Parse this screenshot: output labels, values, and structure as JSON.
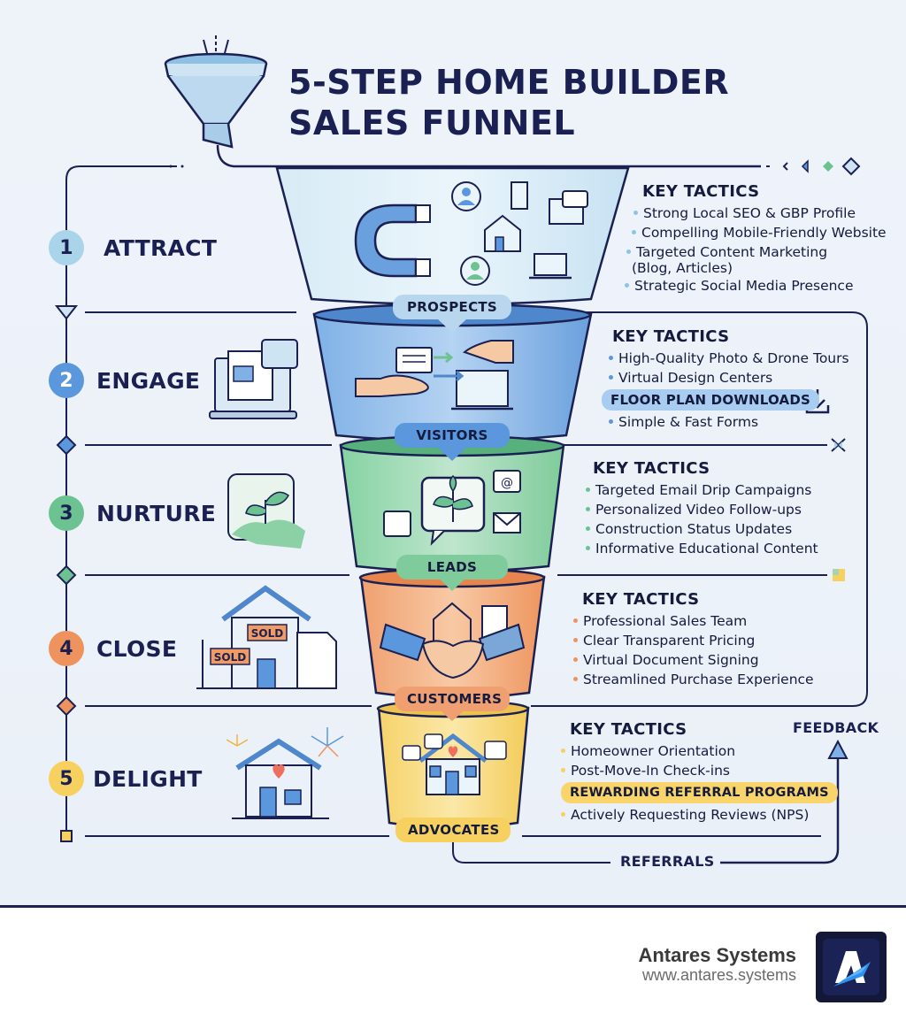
{
  "title": {
    "line1": "5-STEP HOME BUILDER",
    "line2": "SALES FUNNEL"
  },
  "colors": {
    "navy": "#1a2152",
    "step1": "#a9d4ea",
    "step2": "#5b97dc",
    "step3": "#6cc290",
    "step4": "#ef935e",
    "step5": "#f6d160"
  },
  "steps": [
    {
      "number": "1",
      "name": "ATTRACT",
      "icon": "magnet-attract-icon",
      "stage_output": "PROSPECTS",
      "tactics_heading": "KEY TACTICS",
      "tactics": [
        "Strong Local SEO & GBP Profile",
        "Compelling Mobile-Friendly Website",
        "Targeted Content Marketing",
        "(Blog, Articles)",
        "Strategic Social Media Presence"
      ]
    },
    {
      "number": "2",
      "name": "ENGAGE",
      "icon": "laptop-chat-icon",
      "stage_output": "VISITORS",
      "tactics_heading": "KEY TACTICS",
      "tactics": [
        "High-Quality Photo & Drone Tours",
        "Virtual Design Centers",
        "FLOOR PLAN DOWNLOADS",
        "Simple & Fast Forms"
      ],
      "highlight": "FLOOR PLAN DOWNLOADS",
      "highlight_icon": "download-icon"
    },
    {
      "number": "3",
      "name": "NURTURE",
      "icon": "sprout-chat-icon",
      "stage_output": "LEADS",
      "tactics_heading": "KEY TACTICS",
      "tactics": [
        "Targeted Email Drip Campaigns",
        "Personalized Video Follow-ups",
        "Construction Status Updates",
        "Informative Educational Content"
      ]
    },
    {
      "number": "4",
      "name": "CLOSE",
      "icon": "sold-house-icon",
      "sold_sign_text": "SOLD",
      "stage_output": "CUSTOMERS",
      "tactics_heading": "KEY TACTICS",
      "tactics": [
        "Professional Sales Team",
        "Clear Transparent Pricing",
        "Virtual Document Signing",
        "Streamlined Purchase Experience"
      ]
    },
    {
      "number": "5",
      "name": "DELIGHT",
      "icon": "celebration-house-icon",
      "stage_output": "ADVOCATES",
      "tactics_heading": "KEY TACTICS",
      "tactics": [
        "Homeowner Orientation",
        "Post-Move-In Check-ins",
        "REWARDING REFERRAL PROGRAMS",
        "Actively Requesting Reviews (NPS)"
      ],
      "highlight": "REWARDING REFERRAL PROGRAMS"
    }
  ],
  "loop": {
    "feedback_label": "FEEDBACK",
    "referrals_label": "REFERRALS"
  },
  "footer": {
    "brand_name": "Antares Systems",
    "brand_url": "www.antares.systems",
    "logo_icon": "antares-logo-icon"
  }
}
